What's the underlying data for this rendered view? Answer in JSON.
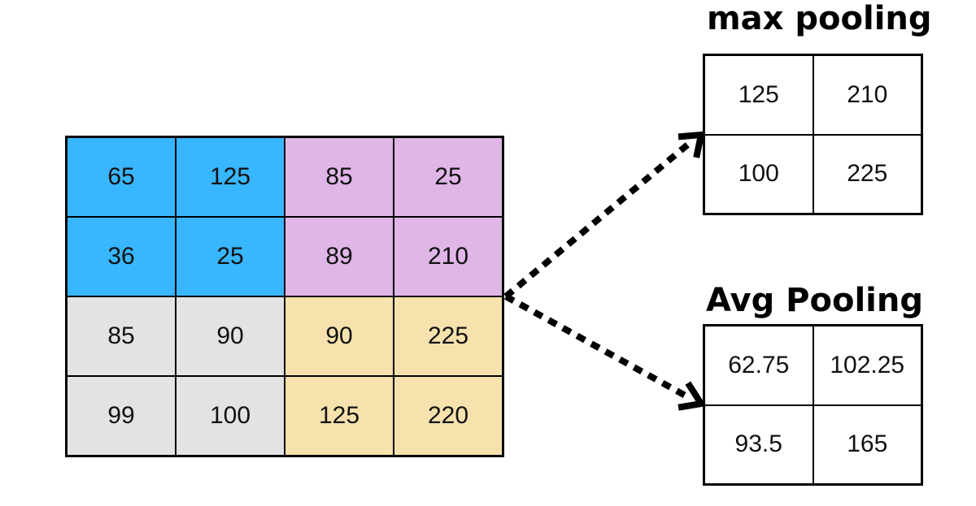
{
  "input_matrix": {
    "rows": [
      [
        "65",
        "125",
        "85",
        "25"
      ],
      [
        "36",
        "25",
        "89",
        "210"
      ],
      [
        "85",
        "90",
        "90",
        "225"
      ],
      [
        "99",
        "100",
        "125",
        "220"
      ]
    ],
    "quadrant_colors": {
      "top_left": "#38b6ff",
      "top_right": "#dfb6e6",
      "bottom_left": "#e3e3e3",
      "bottom_right": "#f7e2ad"
    }
  },
  "max_pooling": {
    "title": "max pooling",
    "rows": [
      [
        "125",
        "210"
      ],
      [
        "100",
        "225"
      ]
    ]
  },
  "avg_pooling": {
    "title": "Avg Pooling",
    "rows": [
      [
        "62.75",
        "102.25"
      ],
      [
        "93.5",
        "165"
      ]
    ]
  },
  "arrow_color": "#000000"
}
